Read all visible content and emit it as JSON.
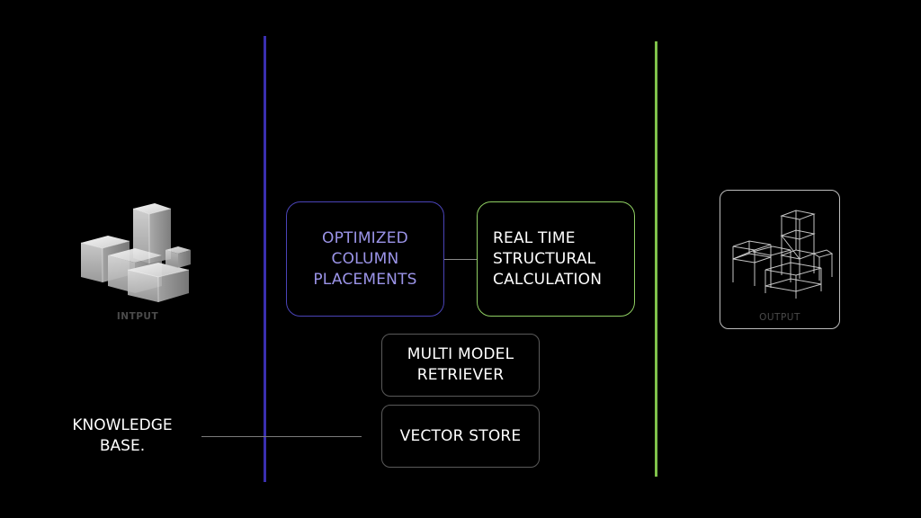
{
  "input": {
    "label": "INTPUT"
  },
  "output": {
    "label": "OUTPUT"
  },
  "nodes": {
    "optimized": "OPTIMIZED\nCOLUMN\nPLACEMENTS",
    "realtime": "REAL TIME\nSTRUCTURAL\nCALCULATION",
    "retriever": "MULTI MODEL\nRETRIEVER",
    "vector": "VECTOR STORE"
  },
  "knowledge_base": "KNOWLEDGE\nBASE.",
  "colors": {
    "background": "#000000",
    "purple_divider": "#3a2fb0",
    "green_divider": "#7fc24a",
    "optimized_text": "#9b94e8"
  }
}
